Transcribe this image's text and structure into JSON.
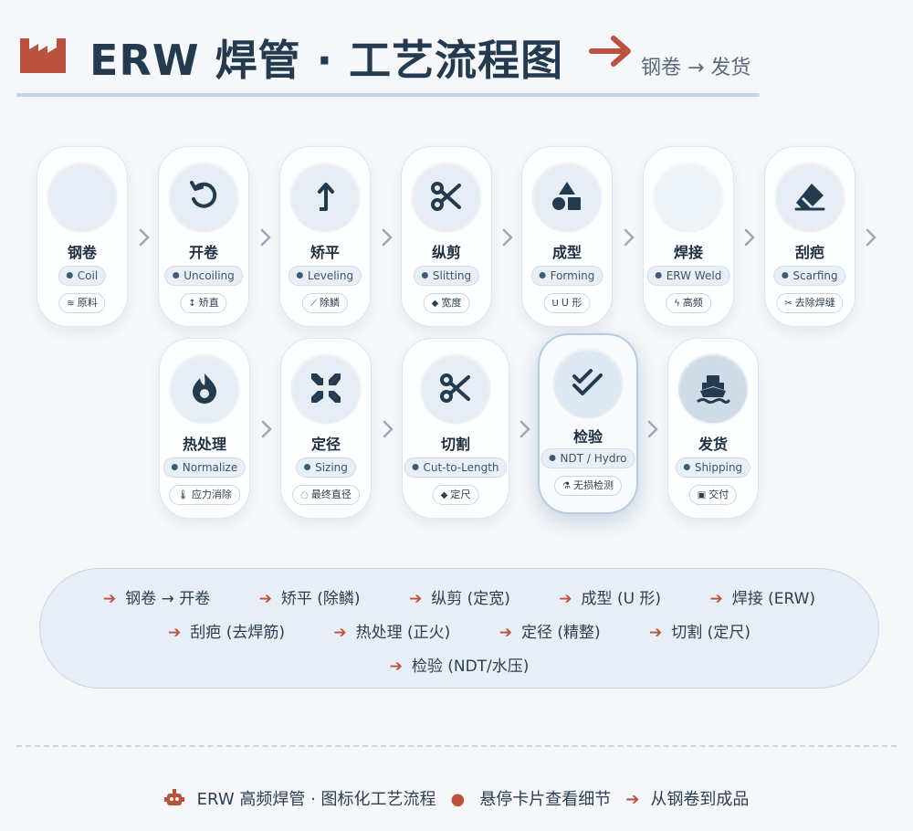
{
  "header": {
    "title": "ERW 焊管 · 工艺流程图",
    "subtitle": "钢卷 → 发货",
    "accent": "#b9533f"
  },
  "cards": [
    {
      "cn": "钢卷",
      "en": "Coil",
      "tag": "原料",
      "tag_icon": "layers-icon",
      "tag_glyph": "≋",
      "icon": "none"
    },
    {
      "cn": "开卷",
      "en": "Uncoiling",
      "tag": "矫直",
      "tag_icon": "updown-arrows-icon",
      "tag_glyph": "↕",
      "icon": "rotate-ccw-icon"
    },
    {
      "cn": "矫平",
      "en": "Leveling",
      "tag": "除鳞",
      "tag_icon": "broom-icon",
      "tag_glyph": "⟋",
      "icon": "turn-up-arrow-icon"
    },
    {
      "cn": "纵剪",
      "en": "Slitting",
      "tag": "宽度",
      "tag_icon": "ruler-icon",
      "tag_glyph": "◆",
      "icon": "scissors-icon"
    },
    {
      "cn": "成型",
      "en": "Forming",
      "tag": "U 形",
      "tag_icon": "u-shape-icon",
      "tag_glyph": "U",
      "icon": "shapes-icon"
    },
    {
      "cn": "焊接",
      "en": "ERW Weld",
      "tag": "高频",
      "tag_icon": "bolt-icon",
      "tag_glyph": "ϟ",
      "icon": "none"
    },
    {
      "cn": "刮疤",
      "en": "Scarfing",
      "tag": "去除焊缝",
      "tag_icon": "scissors-icon",
      "tag_glyph": "✂",
      "icon": "eraser-icon"
    },
    {
      "cn": "热处理",
      "en": "Normalize",
      "tag": "应力消除",
      "tag_icon": "thermometer-icon",
      "tag_glyph": "🌡",
      "icon": "flame-icon"
    },
    {
      "cn": "定径",
      "en": "Sizing",
      "tag": "最终直径",
      "tag_icon": "circle-notch-icon",
      "tag_glyph": "◌",
      "icon": "compress-icon"
    },
    {
      "cn": "切割",
      "en": "Cut-to-Length",
      "tag": "定尺",
      "tag_icon": "ruler-icon",
      "tag_glyph": "◆",
      "icon": "scissors-icon"
    },
    {
      "cn": "检验",
      "en": "NDT / Hydro",
      "tag": "无损检测",
      "tag_icon": "flask-icon",
      "tag_glyph": "⚗",
      "icon": "double-check-icon"
    },
    {
      "cn": "发货",
      "en": "Shipping",
      "tag": "交付",
      "tag_icon": "box-icon",
      "tag_glyph": "▣",
      "icon": "ship-icon"
    }
  ],
  "summary": {
    "row1": [
      "钢卷 → 开卷",
      "矫平 (除鳞)",
      "纵剪 (定宽)",
      "成型 (U 形)",
      "焊接 (ERW)"
    ],
    "row2": [
      "刮疤 (去焊筋)",
      "热处理 (正火)",
      "定径 (精整)",
      "切割 (定尺)"
    ],
    "row3": [
      "检验 (NDT/水压)"
    ]
  },
  "footer": {
    "part1": "ERW 高频焊管 · 图标化工艺流程",
    "part2": "悬停卡片查看细节",
    "part3": "从钢卷到成品"
  },
  "colors": {
    "accent": "#b9533f",
    "title": "#243a4f",
    "card_bg": "#fdfeff",
    "circle_bg": "#e6edf4",
    "summary_bg": "#e7eef5"
  }
}
